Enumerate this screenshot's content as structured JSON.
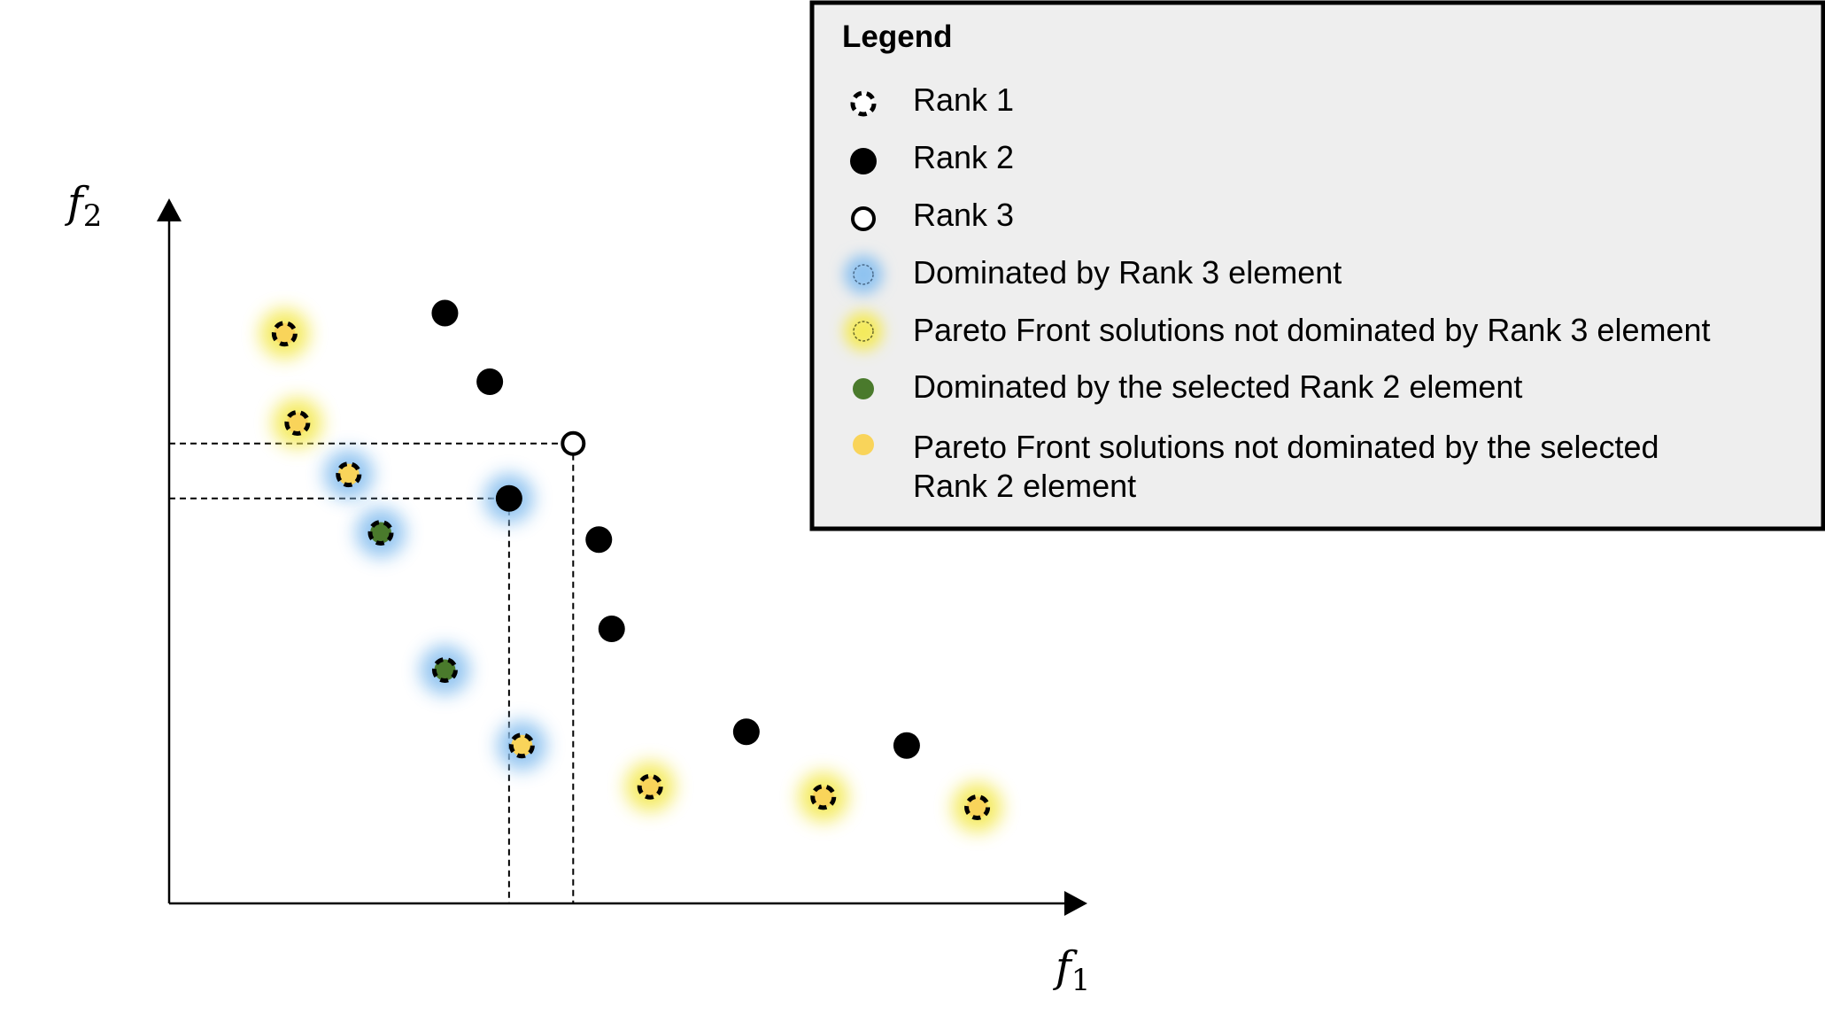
{
  "axes": {
    "x_label": "f",
    "x_label_sub": "1",
    "y_label": "f",
    "y_label_sub": "2"
  },
  "colors": {
    "blue_glow": "#8fc3f0",
    "yellow_glow": "#f4ea5c",
    "yellow_fill": "#f9d45a",
    "green_fill": "#4a7a2c",
    "legend_bg": "#eeeeee"
  },
  "points": [
    {
      "id": "r1-a",
      "type": "rank1",
      "fill": "yellow",
      "glow": "yellow",
      "f1": 1.8,
      "f2": 8.3
    },
    {
      "id": "r1-b",
      "type": "rank1",
      "fill": "yellow",
      "glow": "yellow",
      "f1": 2.0,
      "f2": 7.0
    },
    {
      "id": "r1-c",
      "type": "rank1",
      "fill": "yellow",
      "glow": "blue",
      "f1": 2.8,
      "f2": 6.25
    },
    {
      "id": "r1-d",
      "type": "rank1",
      "fill": "green",
      "glow": "blue",
      "f1": 3.3,
      "f2": 5.4
    },
    {
      "id": "r1-e",
      "type": "rank1",
      "fill": "green",
      "glow": "blue",
      "f1": 4.3,
      "f2": 3.4
    },
    {
      "id": "r1-f",
      "type": "rank1",
      "fill": "yellow",
      "glow": "blue",
      "f1": 5.5,
      "f2": 2.3
    },
    {
      "id": "r1-g",
      "type": "rank1",
      "fill": "yellow",
      "glow": "yellow",
      "f1": 7.5,
      "f2": 1.7
    },
    {
      "id": "r1-h",
      "type": "rank1",
      "fill": "yellow",
      "glow": "yellow",
      "f1": 10.2,
      "f2": 1.55
    },
    {
      "id": "r1-i",
      "type": "rank1",
      "fill": "yellow",
      "glow": "yellow",
      "f1": 12.6,
      "f2": 1.4
    },
    {
      "id": "r2-a",
      "type": "rank2",
      "glow": "none",
      "f1": 4.3,
      "f2": 8.6
    },
    {
      "id": "r2-b",
      "type": "rank2",
      "glow": "none",
      "f1": 5.0,
      "f2": 7.6
    },
    {
      "id": "r2-selected",
      "type": "rank2",
      "glow": "blue",
      "f1": 5.3,
      "f2": 5.9
    },
    {
      "id": "r2-c",
      "type": "rank2",
      "glow": "none",
      "f1": 6.7,
      "f2": 5.3
    },
    {
      "id": "r2-d",
      "type": "rank2",
      "glow": "none",
      "f1": 6.9,
      "f2": 4.0
    },
    {
      "id": "r2-e",
      "type": "rank2",
      "glow": "none",
      "f1": 9.0,
      "f2": 2.5
    },
    {
      "id": "r2-f",
      "type": "rank2",
      "glow": "none",
      "f1": 11.5,
      "f2": 2.3
    },
    {
      "id": "r3-a",
      "type": "rank3",
      "glow": "none",
      "f1": 6.3,
      "f2": 6.7
    }
  ],
  "legend": {
    "title": "Legend",
    "items": [
      {
        "icon": "rank1-dashed-circle-icon",
        "label": "Rank 1"
      },
      {
        "icon": "rank2-filled-circle-icon",
        "label": "Rank 2"
      },
      {
        "icon": "rank3-hollow-circle-icon",
        "label": "Rank 3"
      },
      {
        "icon": "blue-glow-circle-icon",
        "label": "Dominated by Rank 3 element"
      },
      {
        "icon": "yellow-glow-circle-icon",
        "label": "Pareto Front solutions not dominated by Rank 3 element"
      },
      {
        "icon": "green-dot-icon",
        "label": "Dominated by the selected Rank 2 element"
      },
      {
        "icon": "yellow-dot-icon",
        "label_line1": "Pareto Front solutions not dominated by the selected",
        "label_line2": "Rank 2 element"
      }
    ]
  }
}
